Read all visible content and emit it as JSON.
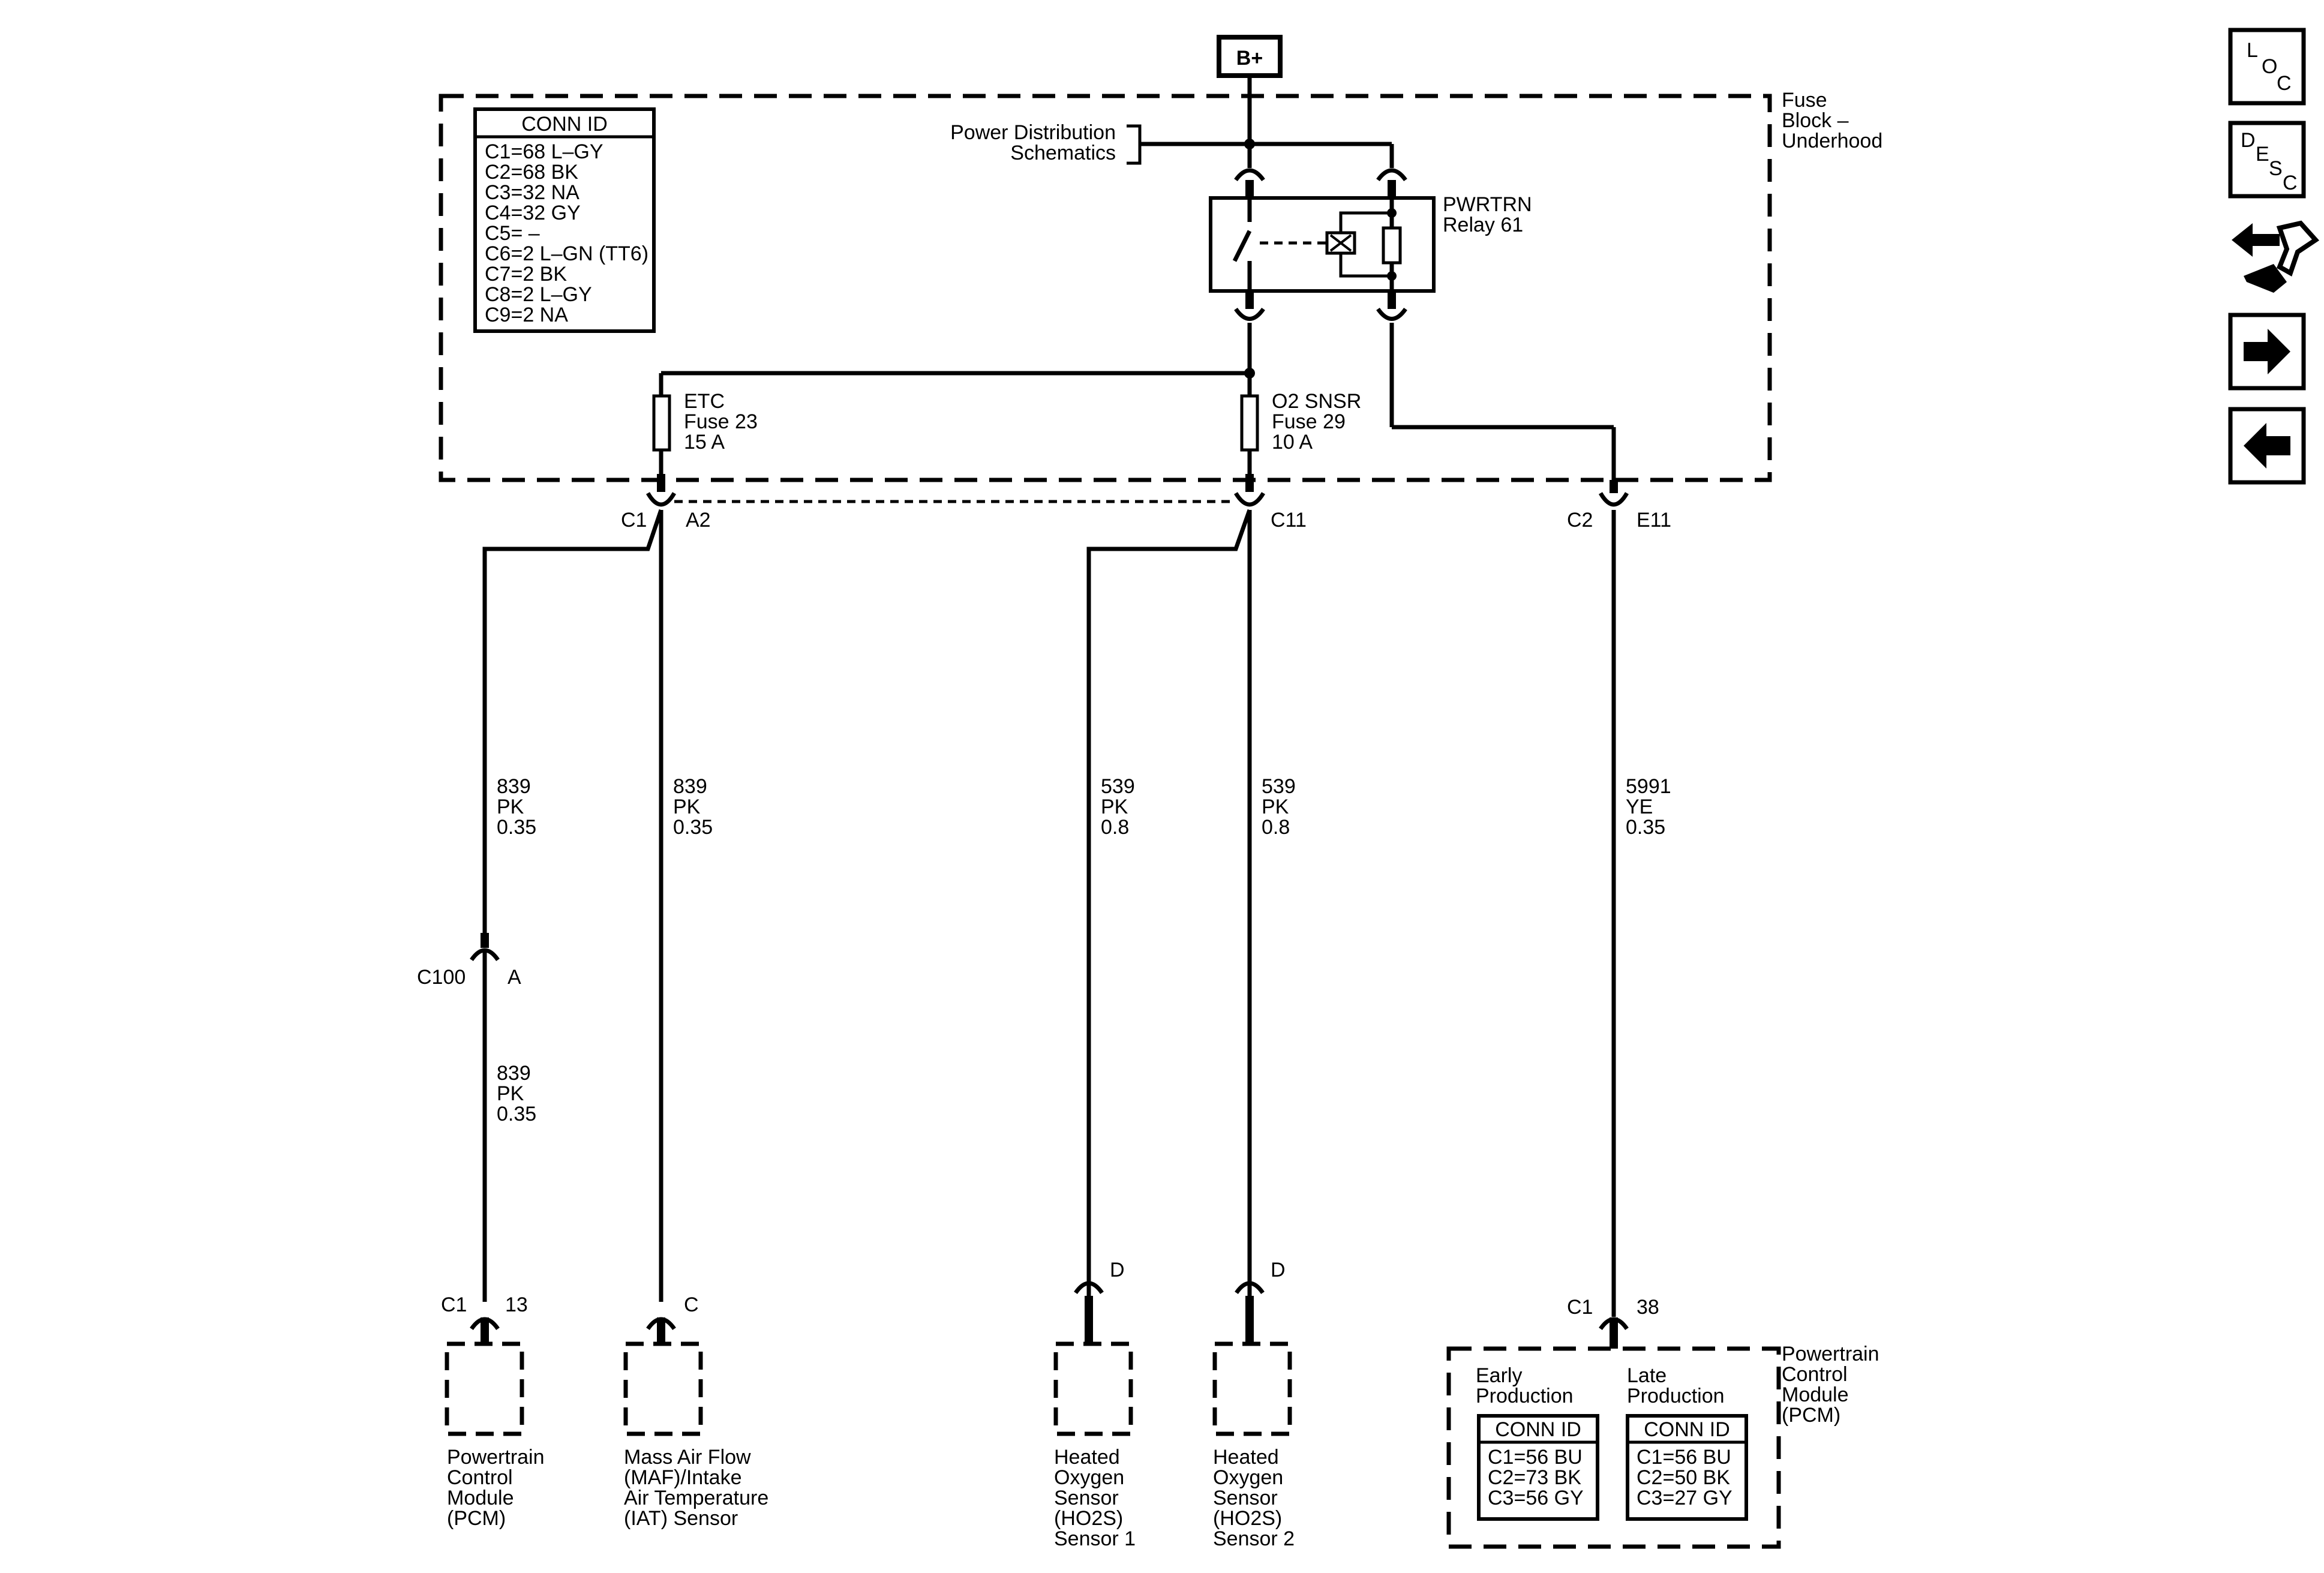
{
  "power_source": "B+",
  "fuse_block": {
    "label_lines": [
      "Fuse",
      "Block –",
      "Underhood"
    ]
  },
  "conn_table_main": {
    "header": "CONN ID",
    "rows": [
      "C1=68 L–GY",
      "C2=68 BK",
      "C3=32 NA",
      "C4=32 GY",
      "C5= –",
      "C6=2 L–GN (TT6)",
      "C7=2 BK",
      "C8=2 L–GY",
      "C9=2 NA"
    ]
  },
  "power_dist_ref": [
    "Power Distribution",
    "Schematics"
  ],
  "relay": {
    "lines": [
      "PWRTRN",
      "Relay 61"
    ]
  },
  "fuse_etc": {
    "lines": [
      "ETC",
      "Fuse 23",
      "15 A"
    ]
  },
  "fuse_o2": {
    "lines": [
      "O2 SNSR",
      "Fuse 29",
      "10 A"
    ]
  },
  "connectors": {
    "c1": "C1",
    "a2": "A2",
    "c11": "C11",
    "c2": "C2",
    "e11": "E11",
    "c100": "C100",
    "a": "A",
    "pcm_c1": "C1",
    "pcm_13": "13",
    "maf_c": "C",
    "ho2s1_d": "D",
    "ho2s2_d": "D",
    "pcm2_c1": "C1",
    "pcm2_38": "38"
  },
  "wires": {
    "w1_top": [
      "839",
      "PK",
      "0.35"
    ],
    "w1_bottom": [
      "839",
      "PK",
      "0.35"
    ],
    "w2": [
      "839",
      "PK",
      "0.35"
    ],
    "w3": [
      "539",
      "PK",
      "0.8"
    ],
    "w4": [
      "539",
      "PK",
      "0.8"
    ],
    "w5": [
      "5991",
      "YE",
      "0.35"
    ]
  },
  "components": {
    "pcm_left": [
      "Powertrain",
      "Control",
      "Module",
      "(PCM)"
    ],
    "maf": [
      "Mass Air Flow",
      "(MAF)/Intake",
      "Air Temperature",
      "(IAT) Sensor"
    ],
    "ho2s1": [
      "Heated",
      "Oxygen",
      "Sensor",
      "(HO2S)",
      "Sensor 1"
    ],
    "ho2s2": [
      "Heated",
      "Oxygen",
      "Sensor",
      "(HO2S)",
      "Sensor 2"
    ],
    "pcm_right": [
      "Powertrain",
      "Control",
      "Module",
      "(PCM)"
    ]
  },
  "pcm_conn": {
    "early_label": [
      "Early",
      "Production"
    ],
    "late_label": [
      "Late",
      "Production"
    ],
    "header": "CONN ID",
    "early_rows": [
      "C1=56 BU",
      "C2=73 BK",
      "C3=56 GY"
    ],
    "late_rows": [
      "C1=56 BU",
      "C2=50 BK",
      "C3=27 GY"
    ]
  },
  "nav": {
    "loc": {
      "letters": [
        "L",
        "O",
        "C"
      ],
      "icon": "location-icon"
    },
    "desc": {
      "letters": [
        "D",
        "E",
        "S",
        "C"
      ],
      "icon": "description-icon"
    },
    "connector_icon": "connector-swap-icon",
    "next_icon": "arrow-right-icon",
    "prev_icon": "arrow-left-icon"
  }
}
